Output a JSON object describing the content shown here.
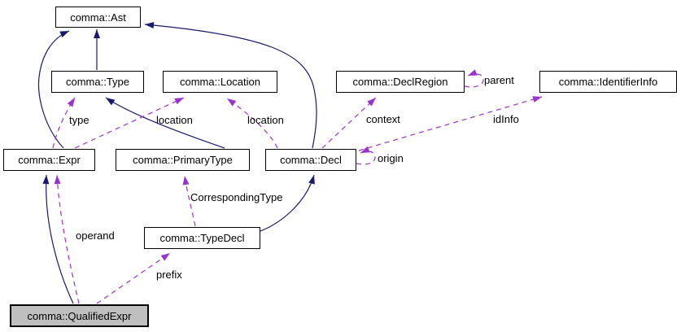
{
  "diagram": {
    "kind": "collaboration-graph",
    "highlighted_node": "comma::QualifiedExpr"
  },
  "nodes": {
    "ast": {
      "label": "comma::Ast"
    },
    "type": {
      "label": "comma::Type"
    },
    "location": {
      "label": "comma::Location"
    },
    "declregion": {
      "label": "comma::DeclRegion"
    },
    "identifierinfo": {
      "label": "comma::IdentifierInfo"
    },
    "expr": {
      "label": "comma::Expr"
    },
    "primarytype": {
      "label": "comma::PrimaryType"
    },
    "decl": {
      "label": "comma::Decl"
    },
    "typedecl": {
      "label": "comma::TypeDecl"
    },
    "qualifiedexpr": {
      "label": "comma::QualifiedExpr"
    }
  },
  "edge_labels": {
    "type_field": "type",
    "location_from_expr": "location",
    "location_from_decl": "location",
    "context": "context",
    "parent": "parent",
    "idinfo": "idInfo",
    "origin": "origin",
    "corresponding_type": "CorrespondingType",
    "operand": "operand",
    "prefix": "prefix"
  },
  "colors": {
    "inheritance_edge": "#191970",
    "usage_edge": "#9a32cd",
    "node_border": "#000000",
    "node_fill": "#ffffff",
    "highlight_fill": "#bfbfbf",
    "background": "#ffffff"
  }
}
